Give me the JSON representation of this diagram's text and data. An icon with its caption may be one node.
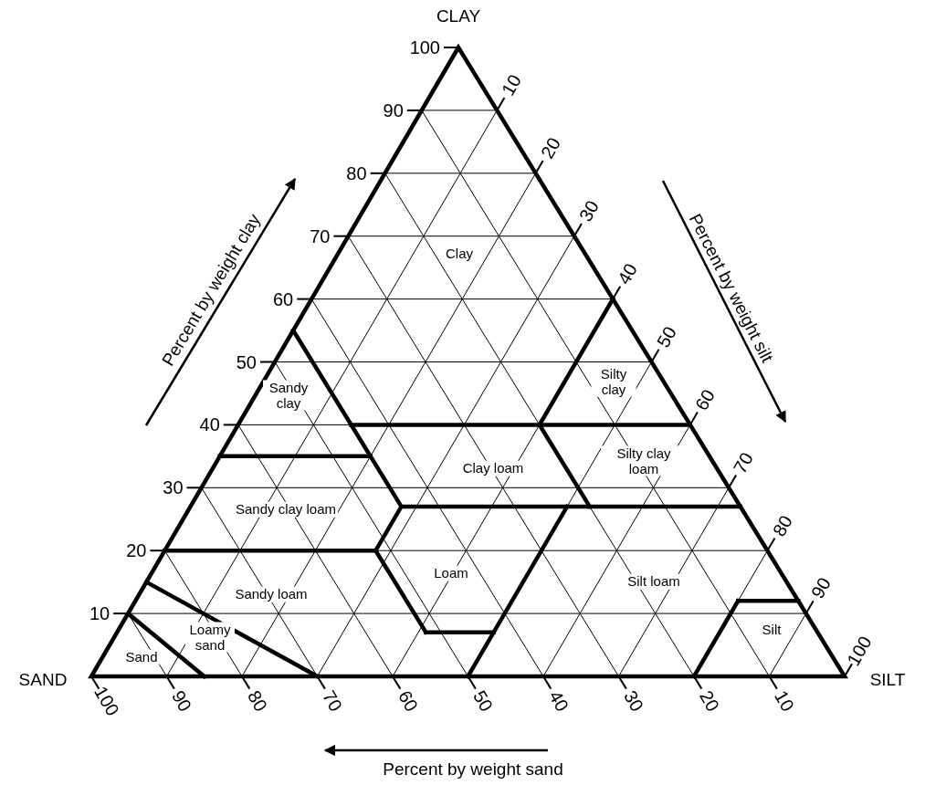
{
  "diagram": {
    "labels": [
      "CLAY",
      "100",
      "90",
      "80",
      "70",
      "60",
      "50",
      "40",
      "30",
      "20",
      "10",
      "10",
      "20",
      "30",
      "40",
      "50",
      "60",
      "70",
      "80",
      "90",
      "100",
      "Percent by weight clay",
      "Percent by weight silt",
      "Clay",
      "Sandy clay",
      "Silty clay",
      "Clay loam",
      "Silty clay loam",
      "Sandy clay loam",
      "Loam",
      "Silt loam",
      "Sandy loam",
      "Loamy sand",
      "Sand",
      "Silt",
      "SAND",
      "SILT",
      "100",
      "90",
      "80",
      "70",
      "60",
      "50",
      "40",
      "30",
      "20",
      "10",
      "Percent by weight sand"
    ]
  }
}
